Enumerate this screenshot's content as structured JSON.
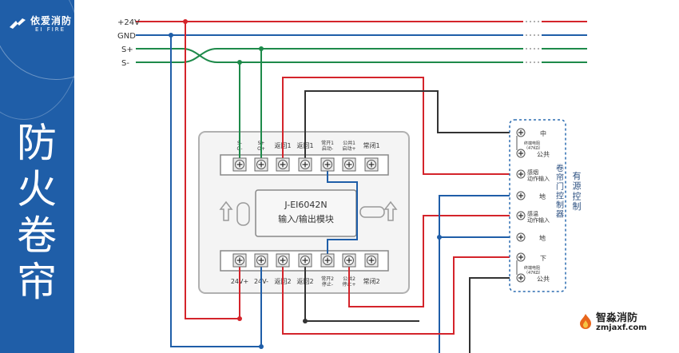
{
  "brand": {
    "name_cn": "依爱消防",
    "name_en": "EI FIRE"
  },
  "page_title": "防火卷帘",
  "bus": {
    "v24": "+24V",
    "gnd": "GND",
    "s_plus": "S+",
    "s_minus": "S-"
  },
  "module": {
    "model": "J-EI6042N",
    "name": "输入/输出模块",
    "top_terminals": [
      "S-\nO-",
      "S+\nO+",
      "返回1",
      "返回1",
      "常开1\n启动-",
      "公共1\n启动+",
      "常闭1"
    ],
    "bottom_terminals": [
      "24V+",
      "24V-",
      "返回2",
      "返回2",
      "常开2\n停止-",
      "公共2\n停止+",
      "常闭2"
    ]
  },
  "controller": {
    "title_vertical_1": "卷帘门控制器",
    "title_vertical_2": "有源控制",
    "t1": "中",
    "t1_note": "终端电阻\n（47KΩ）",
    "t2": "公共",
    "t3": "感烟\n动作输入",
    "t4": "地",
    "t5": "感温\n动作输入",
    "t6": "地",
    "t7": "下",
    "t7_note": "终端电阻\n（47KΩ）",
    "t8": "公共"
  },
  "watermark": {
    "name_cn": "智淼消防",
    "url": "zmjaxf.com"
  },
  "colors": {
    "sidebar": "#1f5ea8",
    "red": "#d4242b",
    "blue": "#1f5ea8",
    "green": "#1e8a4a",
    "black": "#333333",
    "dashed_box": "#2b6cb0"
  }
}
